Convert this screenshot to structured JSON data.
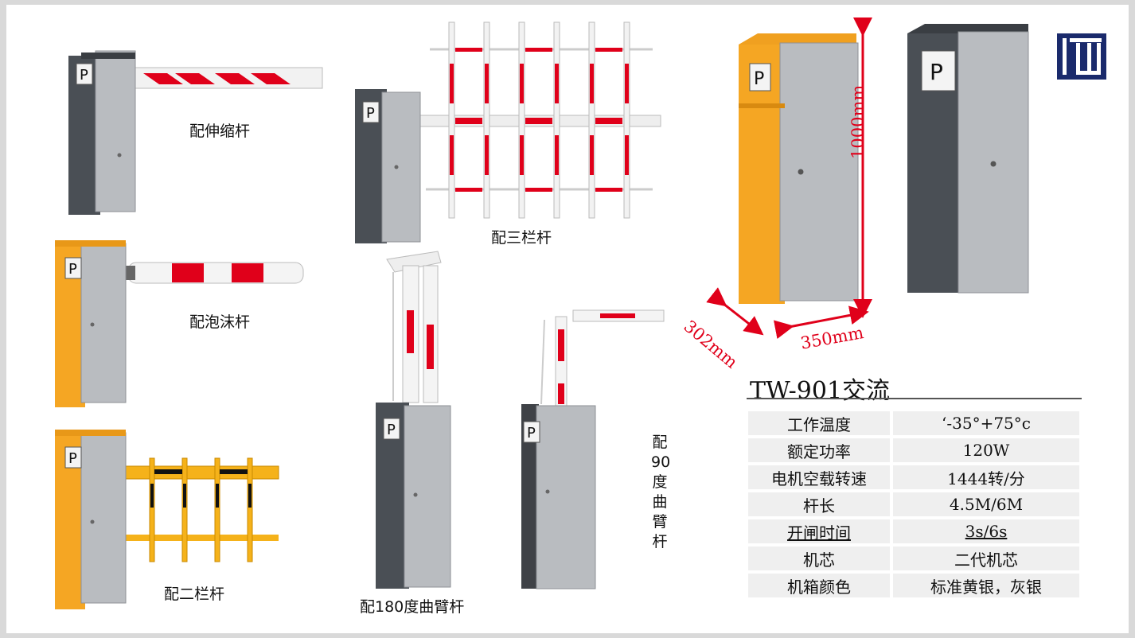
{
  "captions": {
    "telescopic": "配伸缩杆",
    "three_bar": "配三栏杆",
    "foam": "配泡沫杆",
    "two_bar": "配二栏杆",
    "curve180": "配180度曲臂杆",
    "curve90": [
      "配",
      "90",
      "度",
      "曲",
      "臂",
      "杆"
    ]
  },
  "dimensions": {
    "height": "1000mm",
    "depth": "302mm",
    "width": "350mm"
  },
  "logo_letter": "P",
  "spec": {
    "title": "TW-901交流",
    "rows": [
      {
        "key": "工作温度",
        "value": "‘-35°+75°c"
      },
      {
        "key": "额定功率",
        "value": "120W"
      },
      {
        "key": "电机空载转速",
        "value": "1444转/分"
      },
      {
        "key": "杆长",
        "value": "4.5M/6M"
      },
      {
        "key": "开闸时间",
        "value": "3s/6s"
      },
      {
        "key": "机芯",
        "value": "二代机芯"
      },
      {
        "key": "机箱颜色",
        "value": "标准黄银，灰银"
      }
    ]
  },
  "colors": {
    "accent_red": "#e0001a",
    "cabinet_yellow": "#f5a623",
    "cabinet_gray": "#4a4f55",
    "logo_navy": "#1a2a6c"
  }
}
